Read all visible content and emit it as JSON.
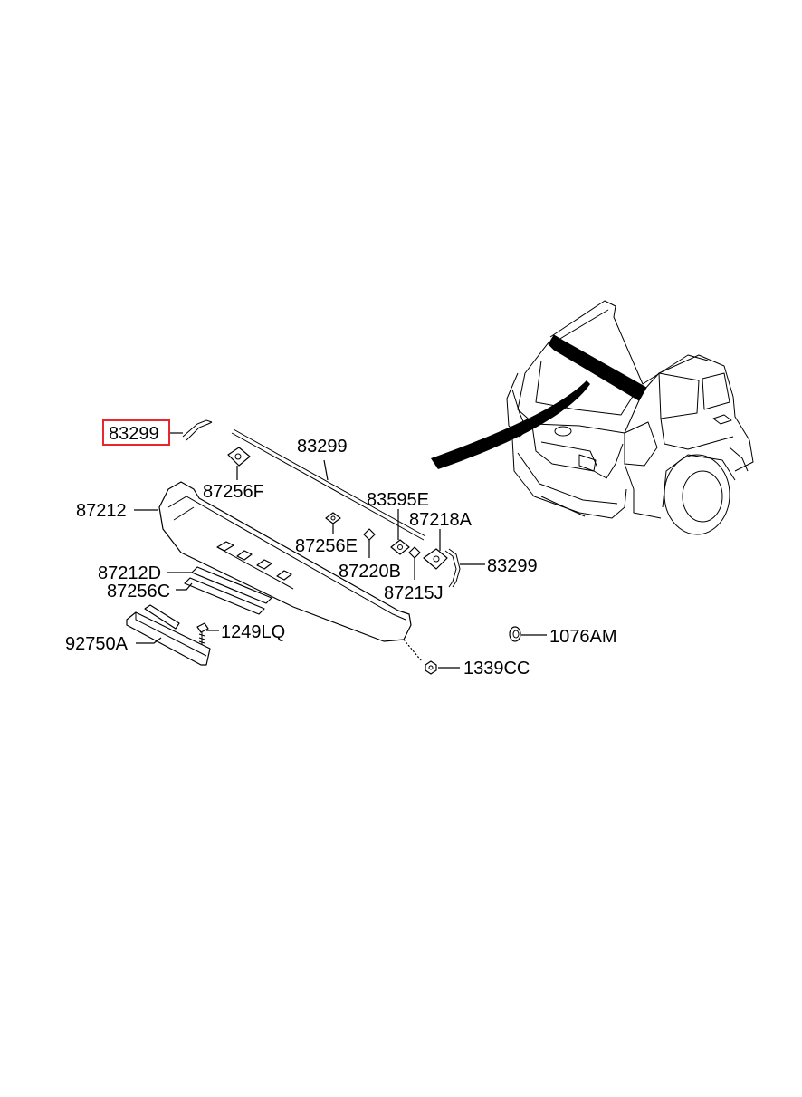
{
  "diagram": {
    "highlight_color": "#e8262c",
    "highlighted_label": "83299",
    "labels": [
      {
        "id": "l1",
        "text": "83299"
      },
      {
        "id": "l2",
        "text": "83299"
      },
      {
        "id": "l3",
        "text": "87256F"
      },
      {
        "id": "l4",
        "text": "87212"
      },
      {
        "id": "l5",
        "text": "83595E"
      },
      {
        "id": "l6",
        "text": "87218A"
      },
      {
        "id": "l7",
        "text": "87256E"
      },
      {
        "id": "l8",
        "text": "87220B"
      },
      {
        "id": "l9",
        "text": "83299"
      },
      {
        "id": "l10",
        "text": "87215J"
      },
      {
        "id": "l11",
        "text": "87212D"
      },
      {
        "id": "l12",
        "text": "87256C"
      },
      {
        "id": "l13",
        "text": "1249LQ"
      },
      {
        "id": "l14",
        "text": "92750A"
      },
      {
        "id": "l15",
        "text": "1076AM"
      },
      {
        "id": "l16",
        "text": "1339CC"
      }
    ]
  }
}
